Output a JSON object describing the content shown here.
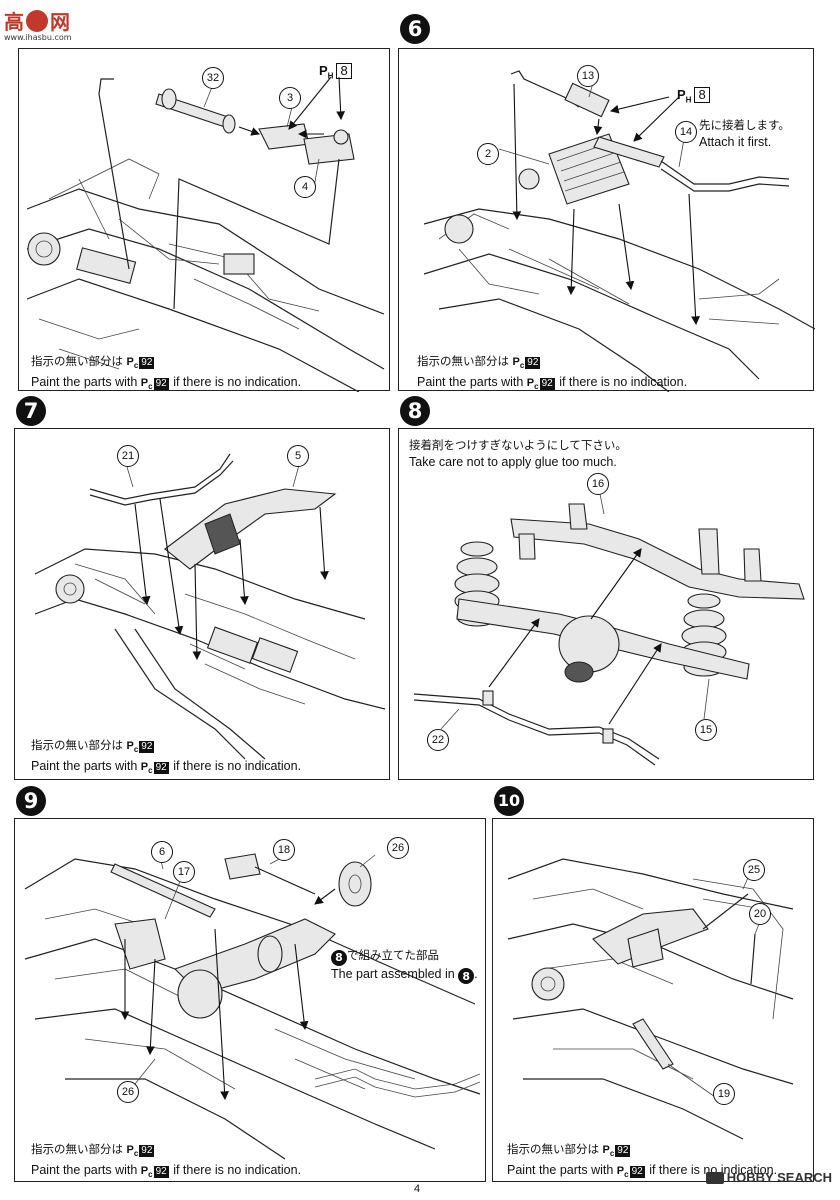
{
  "watermark_top": {
    "brand": "高",
    "brand2": "网",
    "url": "www.ihasbu.com"
  },
  "page_number": "4",
  "watermark_bottom": "HOBBY SEARCH",
  "common": {
    "note_jp": "指示の無い部分は",
    "note_en_pre": "Paint the parts with",
    "note_en_post": "if there is no indication.",
    "pc_label": "P",
    "pc_sub": "c",
    "pc_num": "92",
    "ph_label": "P",
    "ph_sub": "H",
    "ph_num": "8"
  },
  "step5": {
    "callouts": [
      "32",
      "3",
      "4"
    ]
  },
  "step6": {
    "number": "6",
    "callouts": [
      "13",
      "2",
      "14"
    ],
    "note_jp": "先に接着します。",
    "note_en": "Attach it first."
  },
  "step7": {
    "number": "7",
    "callouts": [
      "21",
      "5"
    ]
  },
  "step8": {
    "number": "8",
    "note_jp": "接着剤をつけすぎないようにして下さい。",
    "note_en": "Take care not to apply glue too much.",
    "callouts": [
      "16",
      "22",
      "15"
    ]
  },
  "step9": {
    "number": "9",
    "callouts": [
      "6",
      "17",
      "18",
      "26",
      "26"
    ],
    "ref_num": "8",
    "ref_jp": "で組み立てた部品",
    "ref_en": "The part assembled in"
  },
  "step10": {
    "number": "10",
    "callouts": [
      "25",
      "20",
      "19"
    ]
  }
}
